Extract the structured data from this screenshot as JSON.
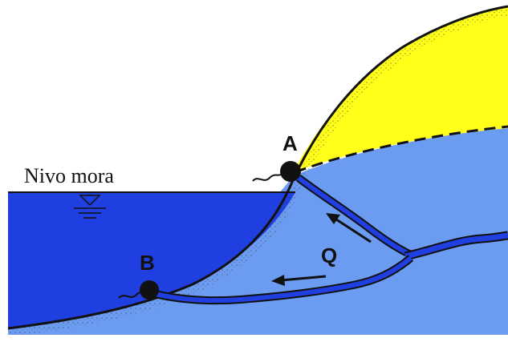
{
  "labels": {
    "water_level": "Nivo mora",
    "point_a": "A",
    "point_b": "B",
    "flow": "Q"
  },
  "colors": {
    "sea": "#1f3fe0",
    "aquifer": "#6c9cf2",
    "dry_soil": "#ffff1a",
    "channel": "#1f3fe0",
    "outline": "#111111"
  },
  "icons": {
    "spring_a": "spring-outlet-icon",
    "spring_b": "spring-outlet-icon",
    "flow_arrow_upper": "arrow-up-left-icon",
    "flow_arrow_lower": "arrow-left-icon",
    "water_level_symbol": "water-level-icon"
  }
}
